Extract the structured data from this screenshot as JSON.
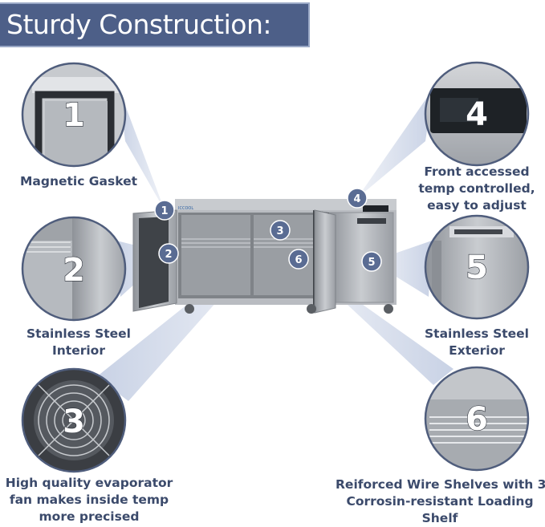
{
  "title": "Sturdy Construction:",
  "features": [
    {
      "num": "1",
      "lines": [
        "Magnetic Gasket"
      ]
    },
    {
      "num": "2",
      "lines": [
        "Stainless Steel",
        "Interior"
      ]
    },
    {
      "num": "3",
      "lines": [
        "High quality evaporator",
        "fan makes inside temp",
        "more precised"
      ]
    },
    {
      "num": "4",
      "lines": [
        "Front accessed",
        "temp controlled,",
        "easy to adjust"
      ]
    },
    {
      "num": "5",
      "lines": [
        "Stainless Steel",
        "Exterior"
      ]
    },
    {
      "num": "6",
      "lines": [
        "Reiforced Wire Shelves with 3",
        "Corrosin-resistant Loading",
        "Shelf"
      ]
    }
  ],
  "brand": "ICCOOL",
  "colors": {
    "accent": "#4d5f88",
    "badge": "#5a6c93",
    "label": "#3b4a6b",
    "steel": "#a9adb3"
  }
}
